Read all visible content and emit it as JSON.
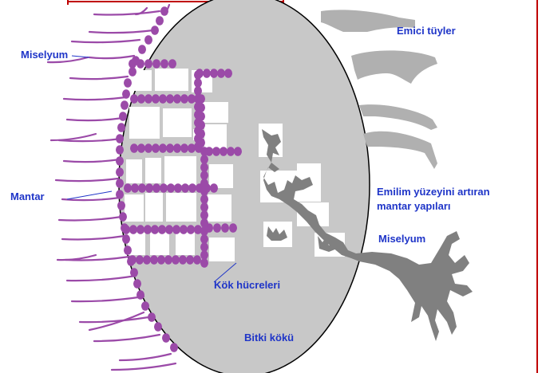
{
  "colors": {
    "root_fill": "#c8c8c8",
    "root_outline": "#000000",
    "hyphae": "#9b4aa8",
    "fungal_structure": "#808080",
    "root_hairs": "#b0b0b0",
    "cell_fill": "#ffffff",
    "label_text": "#1f35c8",
    "frame": "#c00000"
  },
  "labels": {
    "misel_left": "Miselyum",
    "emici": "Emici tüyler",
    "mantar": "Mantar",
    "emilim_1": "Emilim yüzeyini artıran",
    "emilim_2": "mantar yapıları",
    "misel_right": "Miselyum",
    "kok_hucre": "Kök hücreleri",
    "bitki_koku": "Bitki kökü"
  }
}
